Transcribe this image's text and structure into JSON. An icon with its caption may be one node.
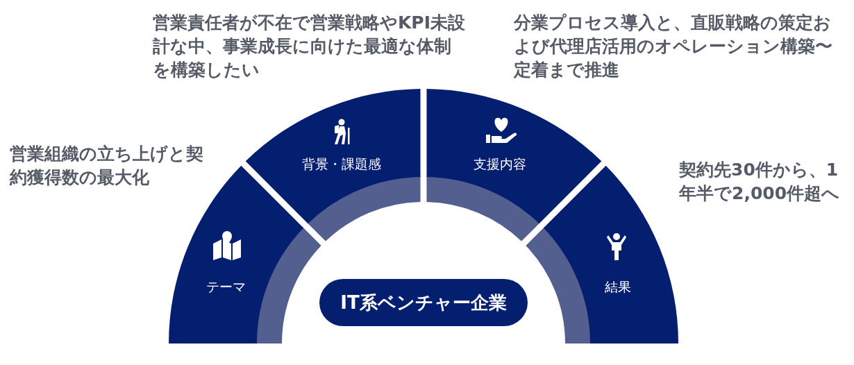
{
  "diagram": {
    "nodes": [
      {
        "text": [
          "テーマ"
        ],
        "beside": [
          "営業組織の立ち上げと契約獲得数の最大化"
        ]
      },
      {
        "text": [
          "背景・課題感"
        ],
        "beside": [
          "営業責任者が不在で営業戦略やKPI未設計な中、事業成長に向けた最適な体制を構築したい"
        ]
      },
      {
        "text": [
          "支援内容"
        ],
        "beside": [
          "分業プロセス導入と、直販戦略の策定および代理店活用のオペレーション構築〜定着まで推進"
        ]
      },
      {
        "text": [
          "結果"
        ],
        "beside": [
          "契約先30件から、1年半で2,000件超へ"
        ]
      },
      {
        "text": [
          "IT系ベンチャー企業"
        ]
      }
    ]
  }
}
